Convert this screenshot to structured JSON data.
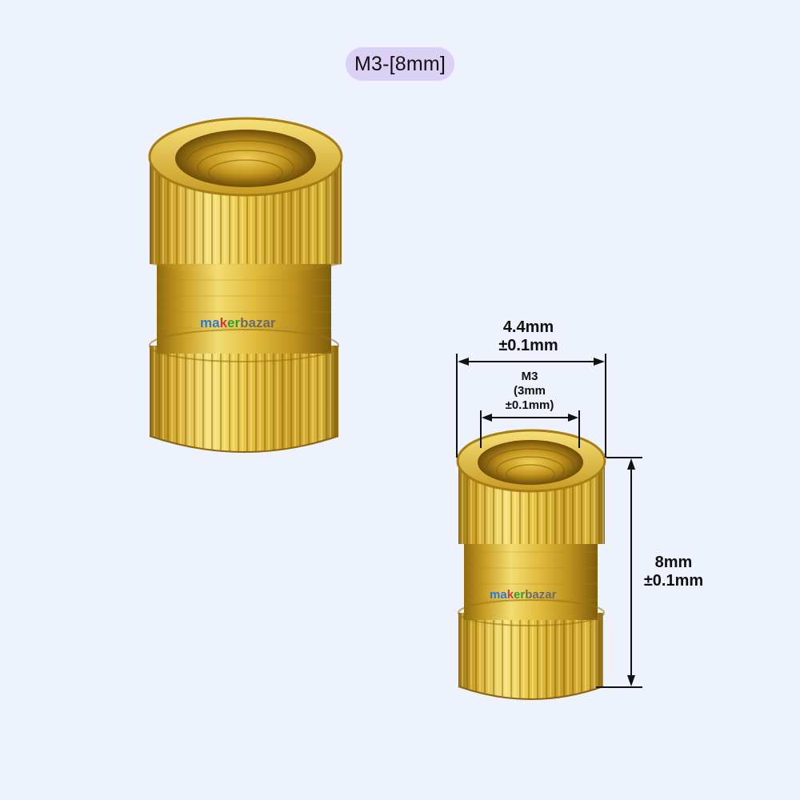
{
  "title": "M3-[8mm]",
  "watermark": "makerbazar",
  "dimensions": {
    "outer_diameter": {
      "value": "4.4mm",
      "tolerance": "±0.1mm"
    },
    "inner_thread": {
      "label": "M3",
      "size": "(3mm",
      "tolerance": "±0.1mm)"
    },
    "height": {
      "value": "8mm",
      "tolerance": "±0.1mm"
    }
  },
  "colors": {
    "background": "#eef2fc",
    "badge": "#dcd0f4",
    "brass_light": "#f6e27a",
    "brass_mid": "#d9b32e",
    "brass_dark": "#8a6510"
  }
}
